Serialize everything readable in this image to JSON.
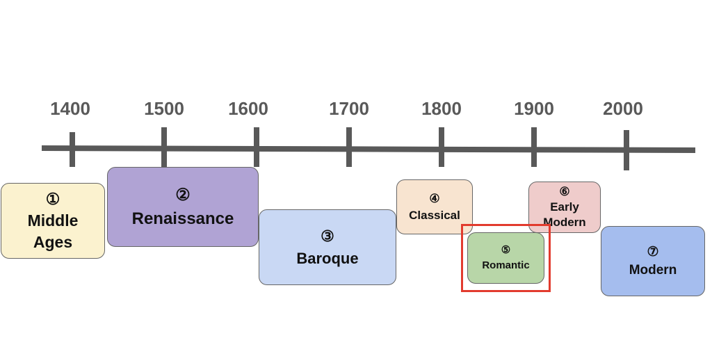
{
  "timeline": {
    "years": [
      "1400",
      "1500",
      "1600",
      "1700",
      "1800",
      "1900",
      "2000"
    ]
  },
  "periods": [
    {
      "num": "①",
      "name": "Middle Ages",
      "color": "#fbf2cf"
    },
    {
      "num": "②",
      "name": "Renaissance",
      "color": "#b0a3d4"
    },
    {
      "num": "③",
      "name": "Baroque",
      "color": "#c9d8f4"
    },
    {
      "num": "④",
      "name": "Classical",
      "color": "#f8e4d0"
    },
    {
      "num": "⑤",
      "name": "Romantic",
      "color": "#b8d6a8"
    },
    {
      "num": "⑥",
      "name": "Early Modern",
      "color": "#efcccb"
    },
    {
      "num": "⑦",
      "name": "Modern",
      "color": "#a5bdee"
    }
  ],
  "colors": {
    "axis": "#595959",
    "year_text": "#595959",
    "highlight": "#e23b2e"
  },
  "highlighted_period": "Romantic"
}
